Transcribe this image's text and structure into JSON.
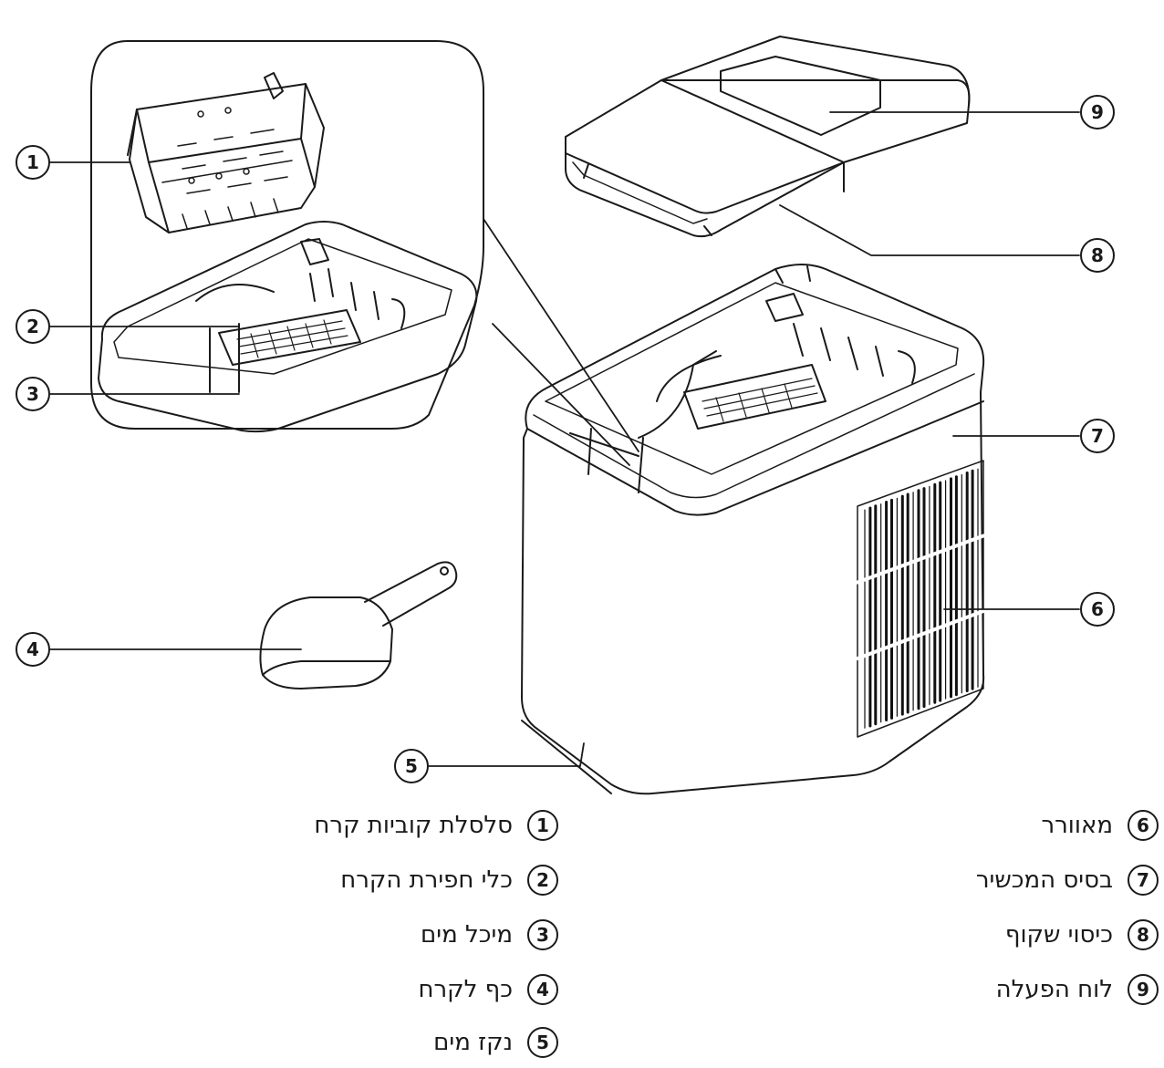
{
  "callouts": [
    "1",
    "2",
    "3",
    "4",
    "5",
    "6",
    "7",
    "8",
    "9"
  ],
  "legend_right": [
    {
      "num": "1",
      "text": "סלסלת קוביות קרח"
    },
    {
      "num": "2",
      "text": "כלי חפירת הקרח"
    },
    {
      "num": "3",
      "text": "מיכל מים"
    },
    {
      "num": "4",
      "text": "כף לקרח"
    },
    {
      "num": "5",
      "text": "נקז מים"
    }
  ],
  "legend_left": [
    {
      "num": "6",
      "text": "מאוורר"
    },
    {
      "num": "7",
      "text": "בסיס המכשיר"
    },
    {
      "num": "8",
      "text": "כיסוי שקוף"
    },
    {
      "num": "9",
      "text": "לוח הפעלה"
    }
  ],
  "colors": {
    "line": "#1a1a1a",
    "light": "#7a7a7a",
    "vent": "#111111"
  }
}
